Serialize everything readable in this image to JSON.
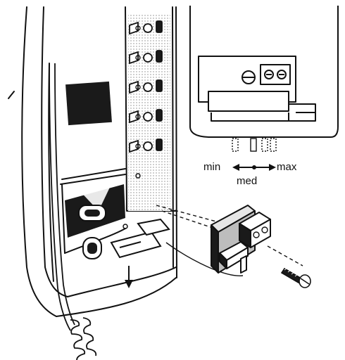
{
  "labels": {
    "min": "min",
    "med": "med",
    "max": "max"
  },
  "colors": {
    "line": "#111111",
    "fill_dark": "#1a1a1a",
    "fill_mid": "#bdbdbd",
    "fill_light": "#e6e6e6",
    "background": "#ffffff"
  },
  "parts": [
    {
      "name": "intercom-handset-body",
      "icon": "intercom-unit"
    },
    {
      "name": "handset-coiled-cord",
      "icon": "coiled-cord"
    },
    {
      "name": "terminal-strip",
      "icon": "terminal-block"
    },
    {
      "name": "volume-adjustment-panel",
      "icon": "adjustment-panel"
    },
    {
      "name": "plug-in-module",
      "icon": "connector-module"
    },
    {
      "name": "mounting-screw",
      "icon": "screw"
    }
  ]
}
